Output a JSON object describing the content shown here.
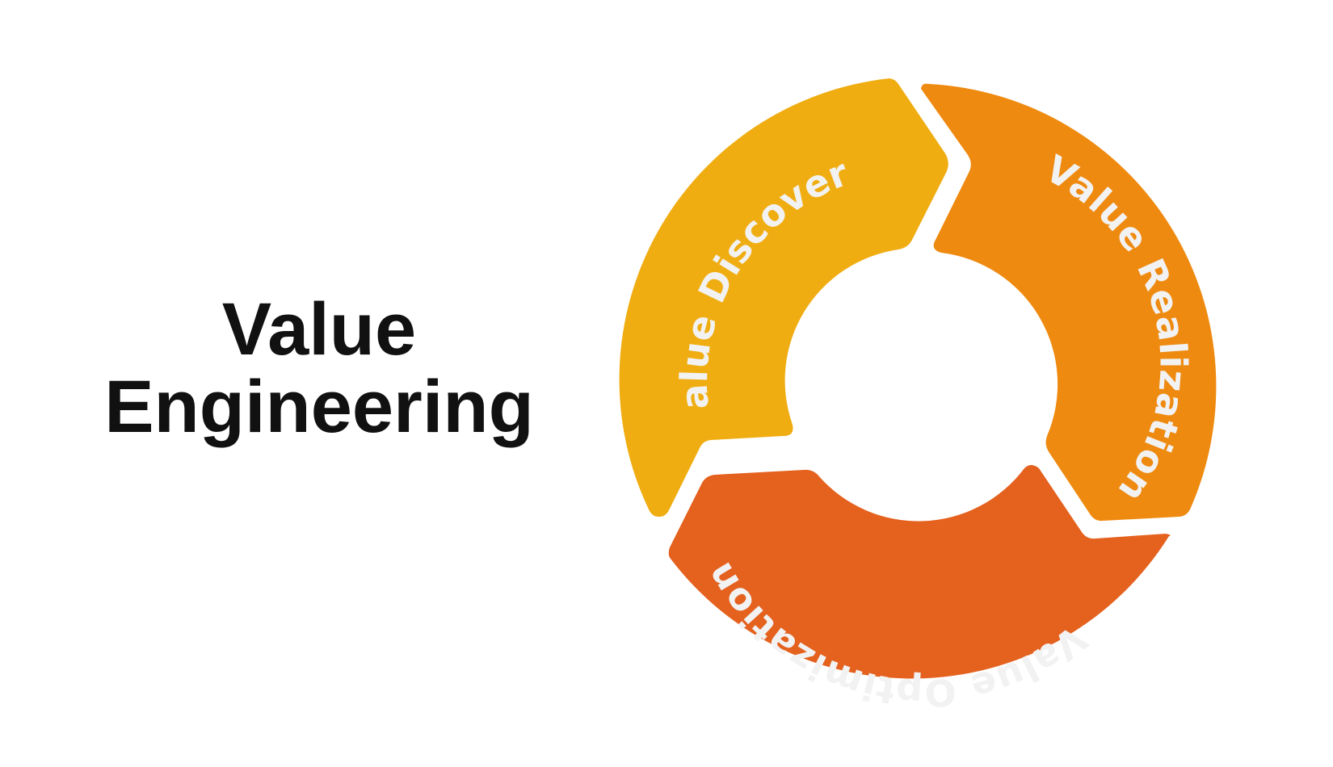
{
  "title": {
    "line1": "Value",
    "line2": "Engineering"
  },
  "segments": [
    {
      "label": "Value Discovery",
      "color": "#f0ad12"
    },
    {
      "label": "Value Realization",
      "color": "#ef8a10"
    },
    {
      "label": "Value Optimization",
      "color": "#e4611e"
    }
  ],
  "background_color": "#ffffff"
}
